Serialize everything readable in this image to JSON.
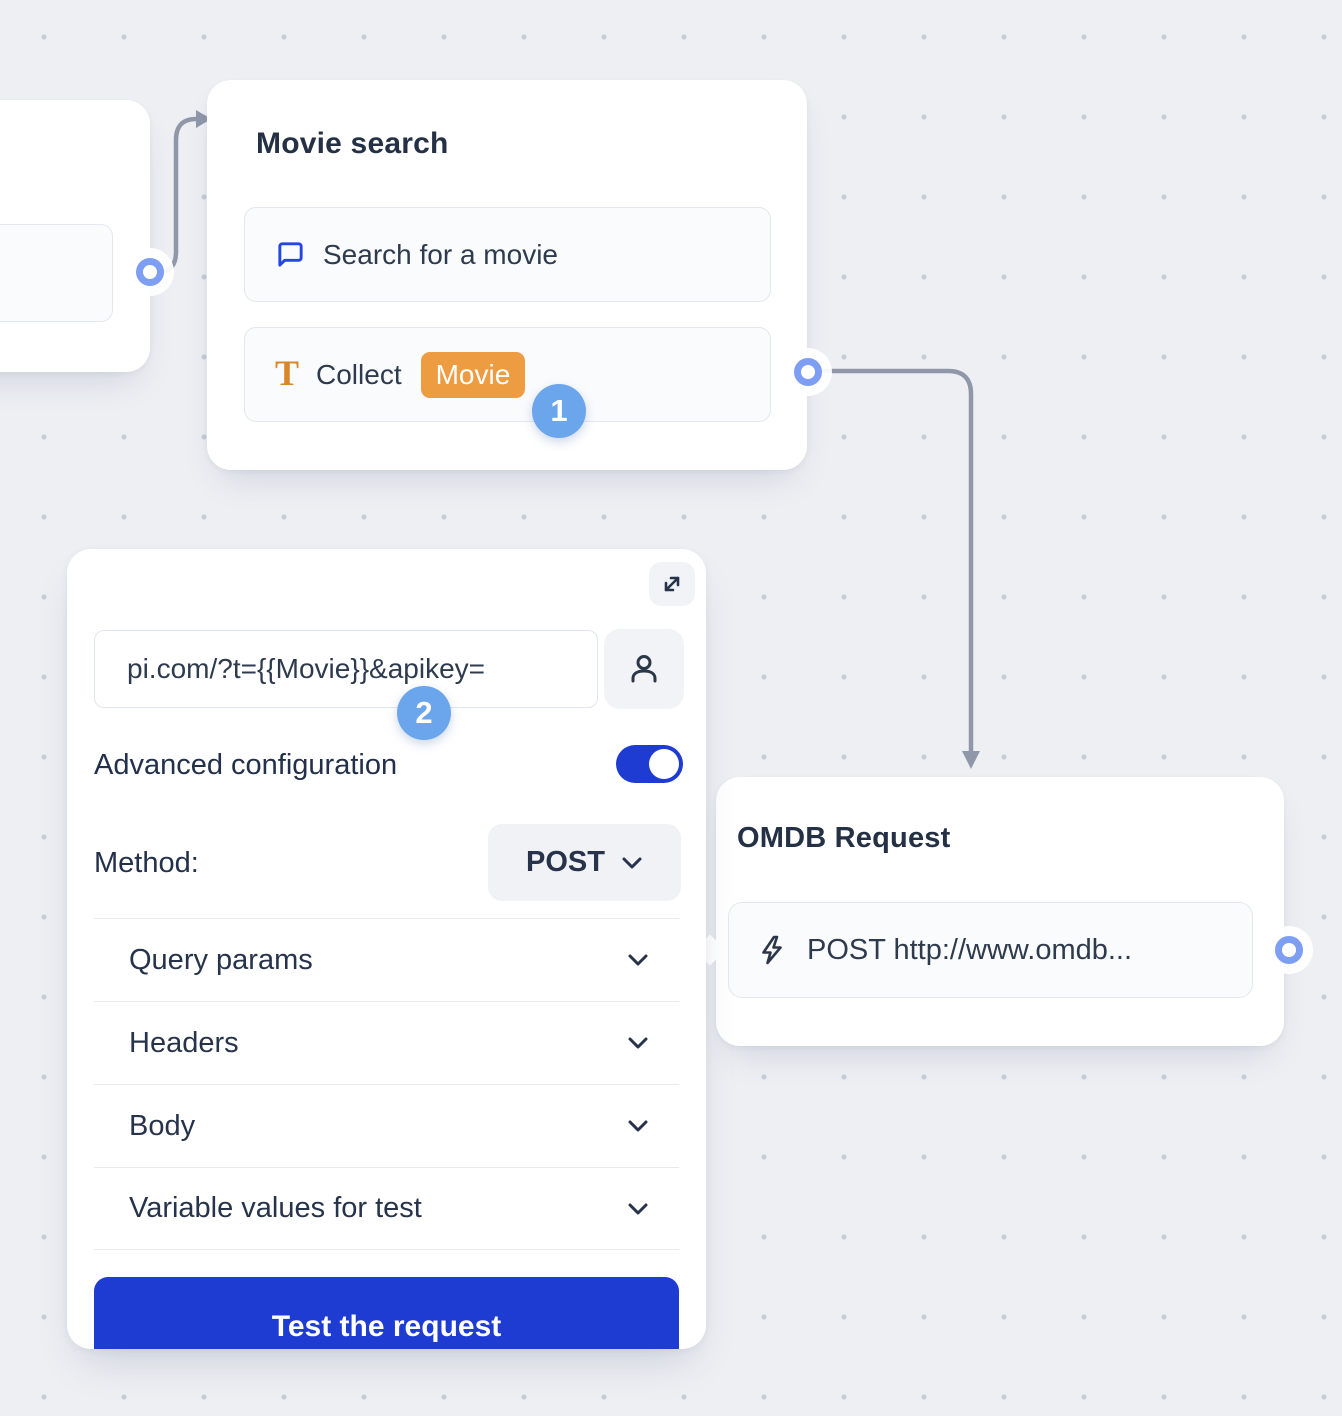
{
  "movie_node": {
    "title": "Movie search",
    "items": [
      {
        "icon": "chat-bubble-icon",
        "label": "Search for a movie"
      },
      {
        "icon": "text-icon",
        "label": "Collect",
        "variable": "Movie"
      }
    ],
    "step_badge": "1"
  },
  "request_panel": {
    "step_badge": "2",
    "url_value": "pi.com/?t={{Movie}}&apikey=",
    "advanced_label": "Advanced configuration",
    "advanced_toggle_on": true,
    "method_label": "Method:",
    "method_value": "POST",
    "sections": [
      "Query params",
      "Headers",
      "Body",
      "Variable values for test"
    ],
    "test_button_label": "Test the request"
  },
  "omdb_node": {
    "title": "OMDB Request",
    "request_label": "POST http://www.omdb..."
  },
  "colors": {
    "canvas_background": "#edeff3",
    "grid_dot": "#c5ccd9",
    "primary_blue": "#1e3bd2",
    "step_badge_blue": "#6ba6ec",
    "port_blue": "#7d9ef2",
    "variable_orange": "#ee9c42",
    "icon_blue": "#2347e0",
    "text_dark": "#26334a",
    "connector_gray": "#8f97a9"
  }
}
